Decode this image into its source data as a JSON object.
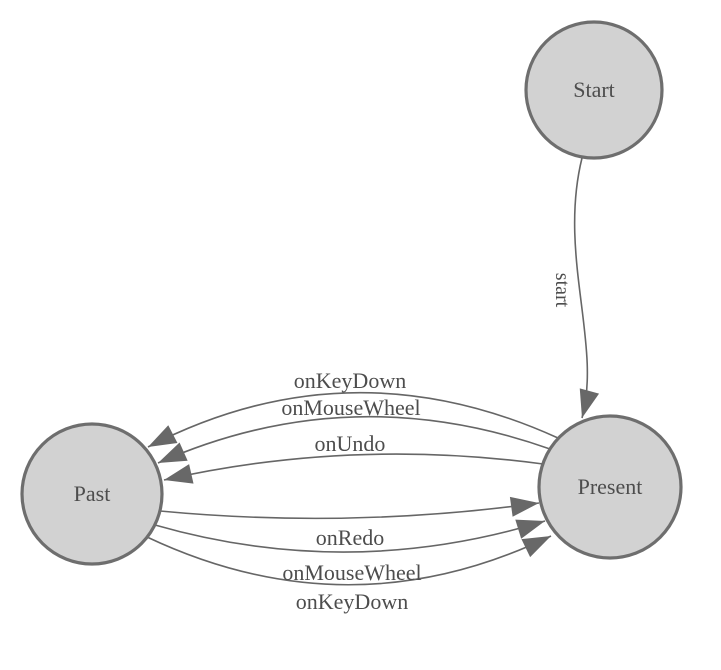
{
  "colors": {
    "background": "#ffffff",
    "node_fill": "#d2d2d2",
    "node_stroke": "#6e6e6e",
    "edge_stroke": "#666666",
    "arrow_fill": "#686868",
    "label_text": "#4d4d4d"
  },
  "nodes": [
    {
      "id": "start",
      "label": "Start"
    },
    {
      "id": "past",
      "label": "Past"
    },
    {
      "id": "present",
      "label": "Present"
    }
  ],
  "edges": [
    {
      "id": "start-to-present",
      "from": "Start",
      "to": "Present",
      "label": "start"
    },
    {
      "id": "present-to-past-onkeydown",
      "from": "Present",
      "to": "Past",
      "label": "onKeyDown"
    },
    {
      "id": "present-to-past-onmousewheel",
      "from": "Present",
      "to": "Past",
      "label": "onMouseWheel"
    },
    {
      "id": "present-to-past-onundo",
      "from": "Present",
      "to": "Past",
      "label": "onUndo"
    },
    {
      "id": "past-to-present-onredo",
      "from": "Past",
      "to": "Present",
      "label": "onRedo"
    },
    {
      "id": "past-to-present-onmousewheel",
      "from": "Past",
      "to": "Present",
      "label": "onMouseWheel"
    },
    {
      "id": "past-to-present-onkeydown",
      "from": "Past",
      "to": "Present",
      "label": "onKeyDown"
    }
  ]
}
